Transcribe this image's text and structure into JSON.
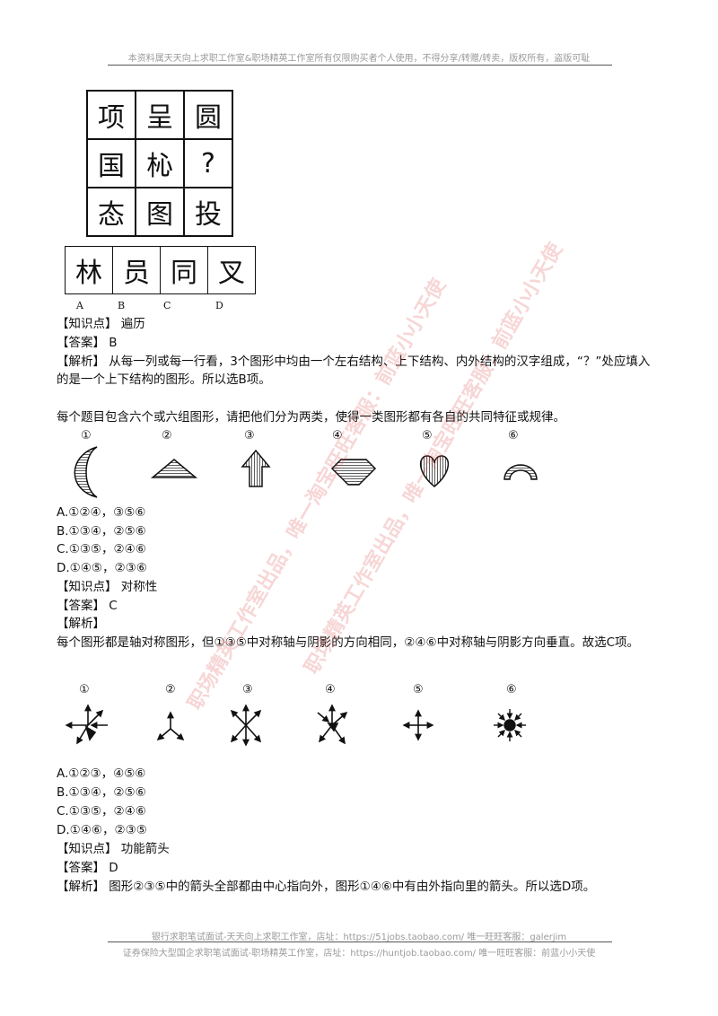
{
  "header": {
    "text": "本资料属天天向上求职工作室&职场精英工作室所有仅限购买者个人使用，不得分享/转赠/转卖，版权所有，盗版可耻"
  },
  "q1": {
    "grid": [
      [
        "项",
        "呈",
        "圆"
      ],
      [
        "国",
        "杺",
        "?"
      ],
      [
        "态",
        "图",
        "投"
      ]
    ],
    "options": [
      "林",
      "员",
      "同",
      "叉"
    ],
    "option_letters": [
      "A",
      "B",
      "C",
      "D"
    ],
    "knowledge": "【知识点】 遍历",
    "answer": "【答案】 B",
    "analysis_1": "【解析】 从每一列或每一行看，3个图形中均由一个左右结构、上下结构、内外结构的汉字组成，“？”处应填入",
    "analysis_2": "的是一个上下结构的图形。所以选B项。"
  },
  "q2": {
    "prompt": "每个题目包含六个或六组图形，请把他们分为两类，使得一类图形都有各自的共同特征或规律。",
    "labels": [
      "①",
      "②",
      "③",
      "④",
      "⑤",
      "⑥"
    ],
    "choices": [
      "A.①②④，③⑤⑥",
      "B.①③④，②⑤⑥",
      "C.①③⑤，②④⑥",
      "D.①④⑤，②③⑥"
    ],
    "knowledge": "【知识点】 对称性",
    "answer": "【答案】 C",
    "analysis_head": "【解析】",
    "analysis": "每个图形都是轴对称图形，但①③⑤中对称轴与阴影的方向相同，②④⑥中对称轴与阴影方向垂直。故选C项。"
  },
  "q3": {
    "labels": [
      "①",
      "②",
      "③",
      "④",
      "⑤",
      "⑥"
    ],
    "choices": [
      "A.①②③，④⑤⑥",
      "B.①③④，②⑤⑥",
      "C.①③⑤，②④⑥",
      "D.①④⑥，②③⑤"
    ],
    "knowledge": "【知识点】 功能箭头",
    "answer": "【答案】 D",
    "analysis": "【解析】 图形②③⑤中的箭头全部都由中心指向外，图形①④⑥中有由外指向里的箭头。所以选D项。"
  },
  "footer": {
    "line1": "银行求职笔试面试-天天向上求职工作室，店址：https://51jobs.taobao.com/ 唯一旺旺客服：galerjim",
    "line2": "证券保险大型国企求职笔试面试-职场精英工作室，店址：https://huntjob.taobao.com/ 唯一旺旺客服：前蓝小小天使"
  },
  "watermarks": [
    "职场精英工作室出品，唯一淘宝旺旺客服：前蓝小小天使",
    "职场精英工作室出品，唯一淘宝旺旺客服：前蓝小小天使"
  ]
}
